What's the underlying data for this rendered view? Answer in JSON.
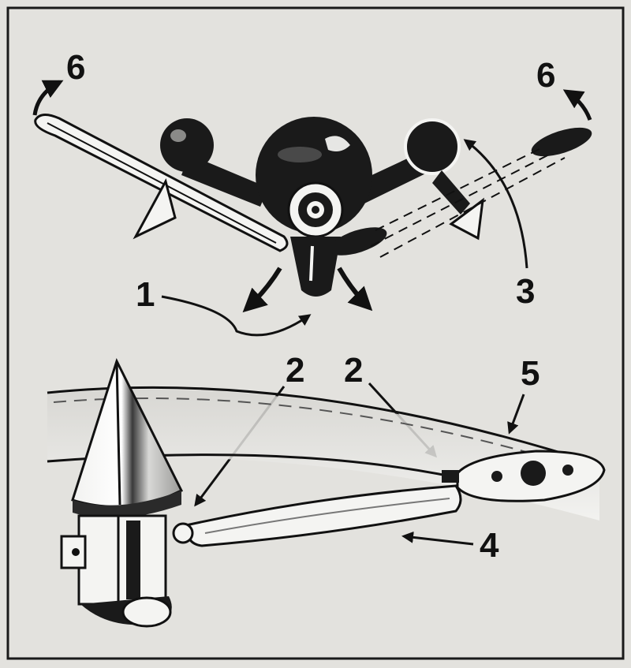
{
  "callouts": {
    "one": "1",
    "two_left": "2",
    "two_right": "2",
    "three": "3",
    "four": "4",
    "five": "5",
    "six_left": "6",
    "six_right": "6"
  },
  "colors": {
    "paper": "#e3e2de",
    "ink": "#111111",
    "metal_dark": "#1a1a1a",
    "metal_light": "#f4f4f2",
    "shade": "#b8b7b3"
  },
  "icons": {
    "hub": "wiper-pivot-hub-icon",
    "blade": "wiper-blade-icon",
    "spindle": "wiper-spindle-cone-icon"
  }
}
